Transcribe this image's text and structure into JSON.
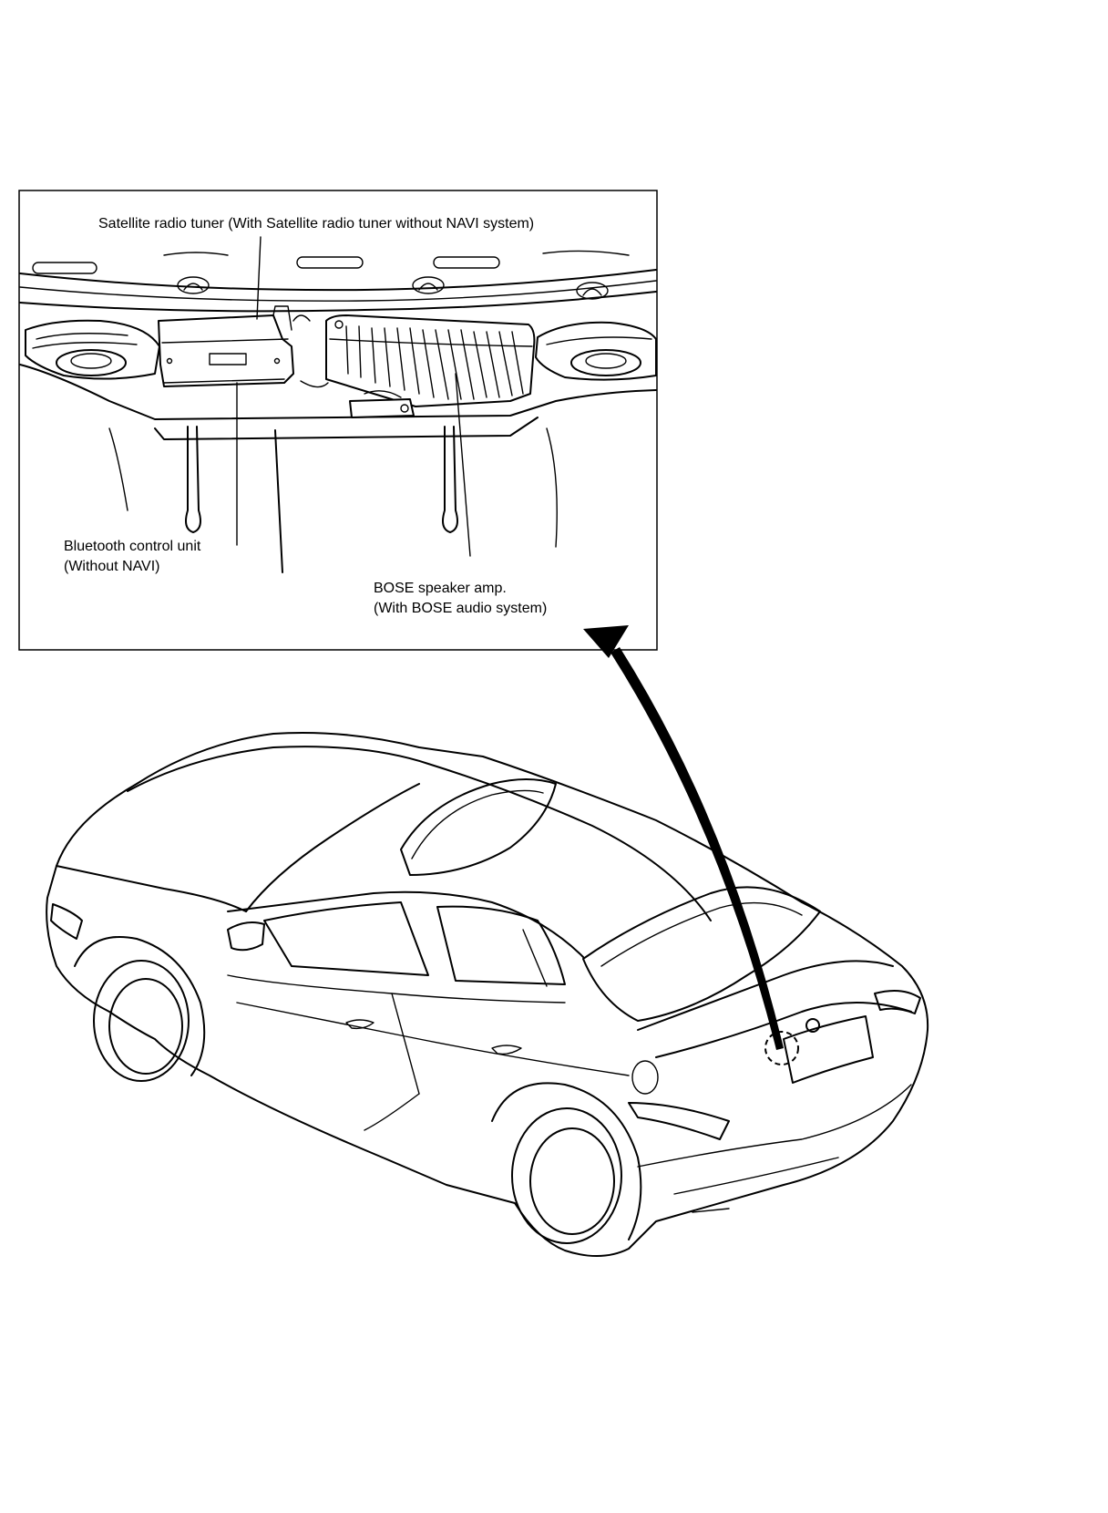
{
  "labels": {
    "satellite_tuner": "Satellite radio tuner (With Satellite radio tuner without NAVI system)",
    "bluetooth_line1": "Bluetooth control unit",
    "bluetooth_line2": "(Without NAVI)",
    "bose_line1": "BOSE speaker amp.",
    "bose_line2": "(With BOSE audio system)"
  }
}
